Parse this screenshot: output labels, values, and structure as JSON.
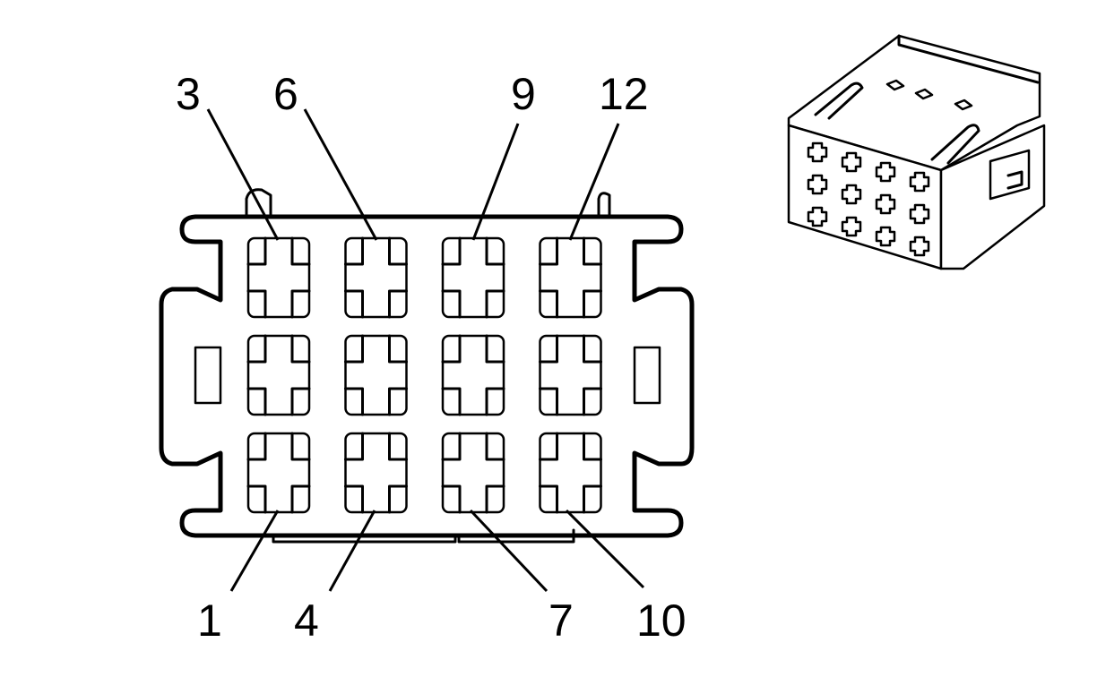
{
  "connector_face": {
    "pin_labels": {
      "top": [
        "3",
        "6",
        "9",
        "12"
      ],
      "bottom": [
        "1",
        "4",
        "7",
        "10"
      ]
    },
    "rows": 3,
    "columns": 4
  },
  "iso_view": {
    "cavity_rows": 3,
    "cavity_columns": 4
  }
}
